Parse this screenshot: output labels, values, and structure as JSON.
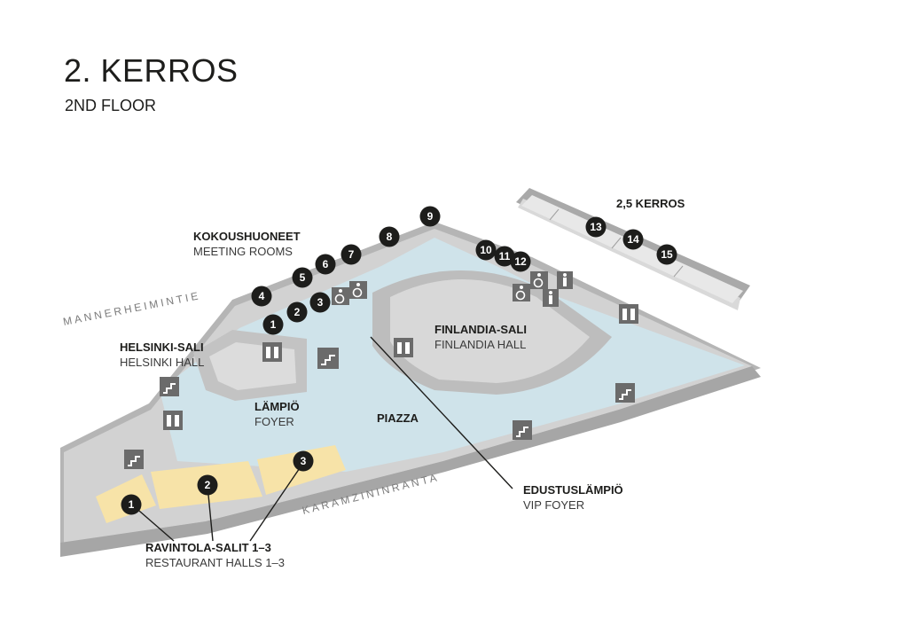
{
  "title": "2. KERROS",
  "subtitle": "2ND FLOOR",
  "labels": {
    "mezzanine": "2,5 KERROS",
    "meeting_fi": "KOKOUSHUONEET",
    "meeting_en": "MEETING ROOMS",
    "helsinki_fi": "HELSINKI-SALI",
    "helsinki_en": "HELSINKI HALL",
    "finlandia_fi": "FINLANDIA-SALI",
    "finlandia_en": "FINLANDIA HALL",
    "foyer_fi": "LÄMPIÖ",
    "foyer_en": "FOYER",
    "piazza": "PIAZZA",
    "vip_fi": "EDUSTUSLÄMPIÖ",
    "vip_en": "VIP FOYER",
    "restaurant_fi": "RAVINTOLA-SALIT 1–3",
    "restaurant_en": "RESTAURANT HALLS 1–3"
  },
  "streets": {
    "mannerheimintie": "MANNERHEIMINTIE",
    "karamzininranta": "KARAMZININRANTA"
  },
  "meeting_rooms": [
    "1",
    "2",
    "3",
    "4",
    "5",
    "6",
    "7",
    "8",
    "9",
    "10",
    "11",
    "12",
    "13",
    "14",
    "15"
  ],
  "restaurant_halls": [
    "1",
    "2",
    "3"
  ],
  "icons": [
    "elevator-icon",
    "stairs-icon",
    "wheelchair-icon",
    "restroom-icon"
  ],
  "colors": {
    "floor_blue": "#cfe3ea",
    "restaurant_yellow": "#f7e3a8",
    "walls": "#b9b9b9",
    "badge": "#1d1d1b"
  }
}
